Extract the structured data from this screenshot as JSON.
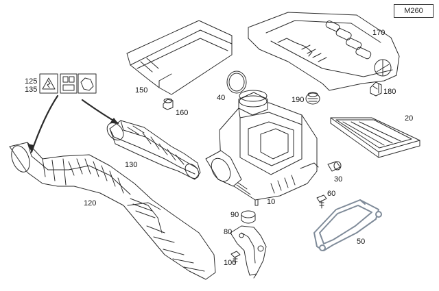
{
  "model_code": "M260",
  "callouts": {
    "p10": "10",
    "p20": "20",
    "p30": "30",
    "p40": "40",
    "p50": "50",
    "p60": "60",
    "p80": "80",
    "p90": "90",
    "p100": "100",
    "p120": "120",
    "p125": "125",
    "p130": "130",
    "p135": "135",
    "p150": "150",
    "p160": "160",
    "p170": "170",
    "p180": "180",
    "p190": "190"
  },
  "accent_colors": {
    "line": "#2a2a2a",
    "highlight_part": "#8c99a8"
  }
}
